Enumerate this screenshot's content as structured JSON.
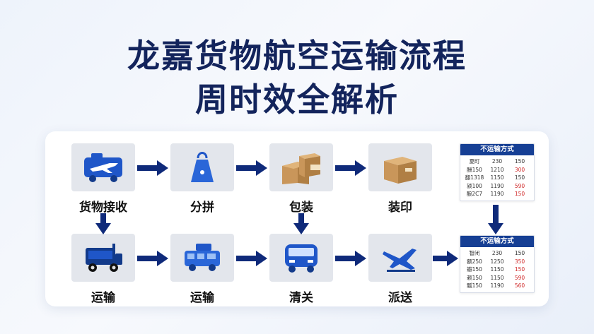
{
  "title": {
    "line1": "龙嘉货物航空运输流程",
    "line2": "周时效全解析"
  },
  "flow": {
    "row1": [
      {
        "label": "货物接收",
        "icon": "airplane-cargo-icon"
      },
      {
        "label": "分拼",
        "icon": "tag-bag-icon"
      },
      {
        "label": "包装",
        "icon": "boxes-icon"
      },
      {
        "label": "装印",
        "icon": "box-icon"
      }
    ],
    "row2": [
      {
        "label": "运输",
        "icon": "cargo-truck-icon"
      },
      {
        "label": "运输",
        "icon": "delivery-van-icon"
      },
      {
        "label": "清关",
        "icon": "bus-icon"
      },
      {
        "label": "派送",
        "icon": "plane-landing-icon"
      }
    ]
  },
  "table1": {
    "header": "不运输方式",
    "rows": [
      [
        "夏町",
        "230",
        "150"
      ],
      [
        "酬150",
        "1210",
        "300"
      ],
      [
        "翻1318",
        "1150",
        "150"
      ],
      [
        "颍100",
        "1190",
        "590"
      ],
      [
        "酿2C7",
        "1190",
        "150"
      ]
    ]
  },
  "table2": {
    "header": "不运输方式",
    "rows": [
      [
        "智闭",
        "230",
        "150"
      ],
      [
        "额250",
        "1250",
        "350"
      ],
      [
        "瓣150",
        "1150",
        "150"
      ],
      [
        "赖150",
        "1150",
        "590"
      ],
      [
        "瓢150",
        "1190",
        "560"
      ]
    ]
  },
  "colors": {
    "navy": "#13245c",
    "arrow": "#0f2a7a",
    "icon_blue": "#1f56c8",
    "table_header": "#163f94",
    "red_value": "#d02a2a"
  }
}
